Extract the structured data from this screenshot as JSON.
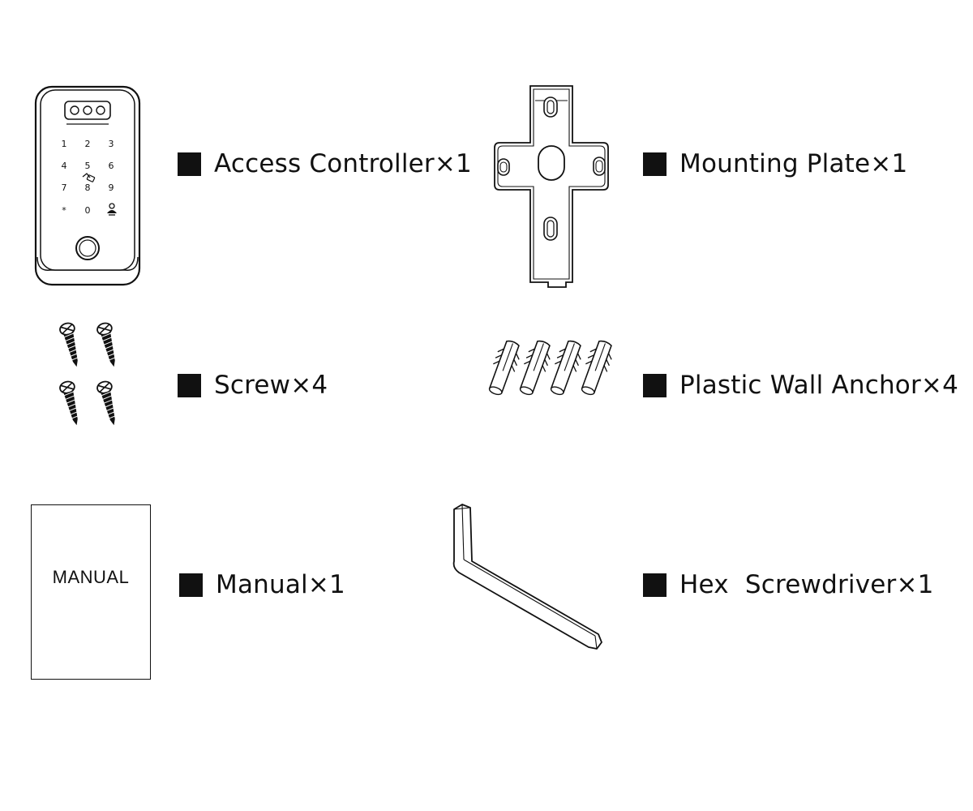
{
  "items": [
    {
      "label": "Access Controller×1"
    },
    {
      "label": "Mounting Plate×1"
    },
    {
      "label": "Screw×4"
    },
    {
      "label": "Plastic Wall Anchor×4"
    },
    {
      "label": "Manual×1"
    },
    {
      "label": "Hex  Screwdriver×1"
    }
  ],
  "keypad": {
    "keys": [
      "1",
      "2",
      "3",
      "4",
      "5",
      "6",
      "7",
      "8",
      "9",
      "*",
      "0"
    ]
  },
  "manual": {
    "cover_text": "MANUAL"
  },
  "icons": {
    "controller": "access-controller-icon",
    "plate": "mounting-plate-icon",
    "screws": "screw-icon",
    "anchors": "wall-anchor-icon",
    "manual": "manual-booklet-icon",
    "hex": "hex-key-icon"
  },
  "colors": {
    "ink": "#111111",
    "background": "#ffffff"
  }
}
